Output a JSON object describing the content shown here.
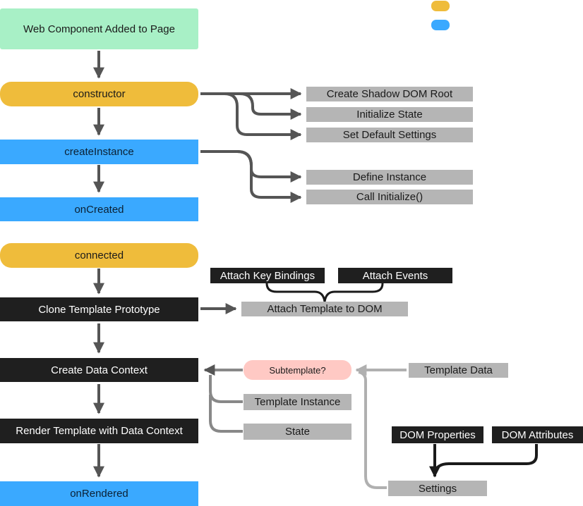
{
  "legend": {
    "swatch_a_color": "#efbc3b",
    "swatch_b_color": "#3aa9ff"
  },
  "lifecycle": {
    "added": "Web Component Added to Page",
    "constructor": "constructor",
    "create_instance": "createInstance",
    "on_created": "onCreated",
    "connected": "connected",
    "clone_template": "Clone Template Prototype",
    "create_data_context": "Create Data Context",
    "render_template": "Render Template with Data Context",
    "on_rendered": "onRendered"
  },
  "constructor_steps": [
    "Create Shadow DOM Root",
    "Initialize State",
    "Set Default Settings"
  ],
  "instance_steps": [
    "Define Instance",
    "Call Initialize()"
  ],
  "attach": {
    "key_bindings": "Attach Key Bindings",
    "events": "Attach Events",
    "template_to_dom": "Attach Template to DOM"
  },
  "data_context": {
    "subtemplate": "Subtemplate?",
    "template_data": "Template Data",
    "template_instance": "Template Instance",
    "state": "State"
  },
  "settings": {
    "dom_properties": "DOM Properties",
    "dom_attributes": "DOM Attributes",
    "label": "Settings"
  },
  "colors": {
    "yellow": "#efbc3b",
    "blue": "#3aa9ff",
    "green": "#a8f0c6",
    "dark": "#1f1f1f",
    "gray_box": "#b5b5b5",
    "pink": "#ffc9c4"
  }
}
